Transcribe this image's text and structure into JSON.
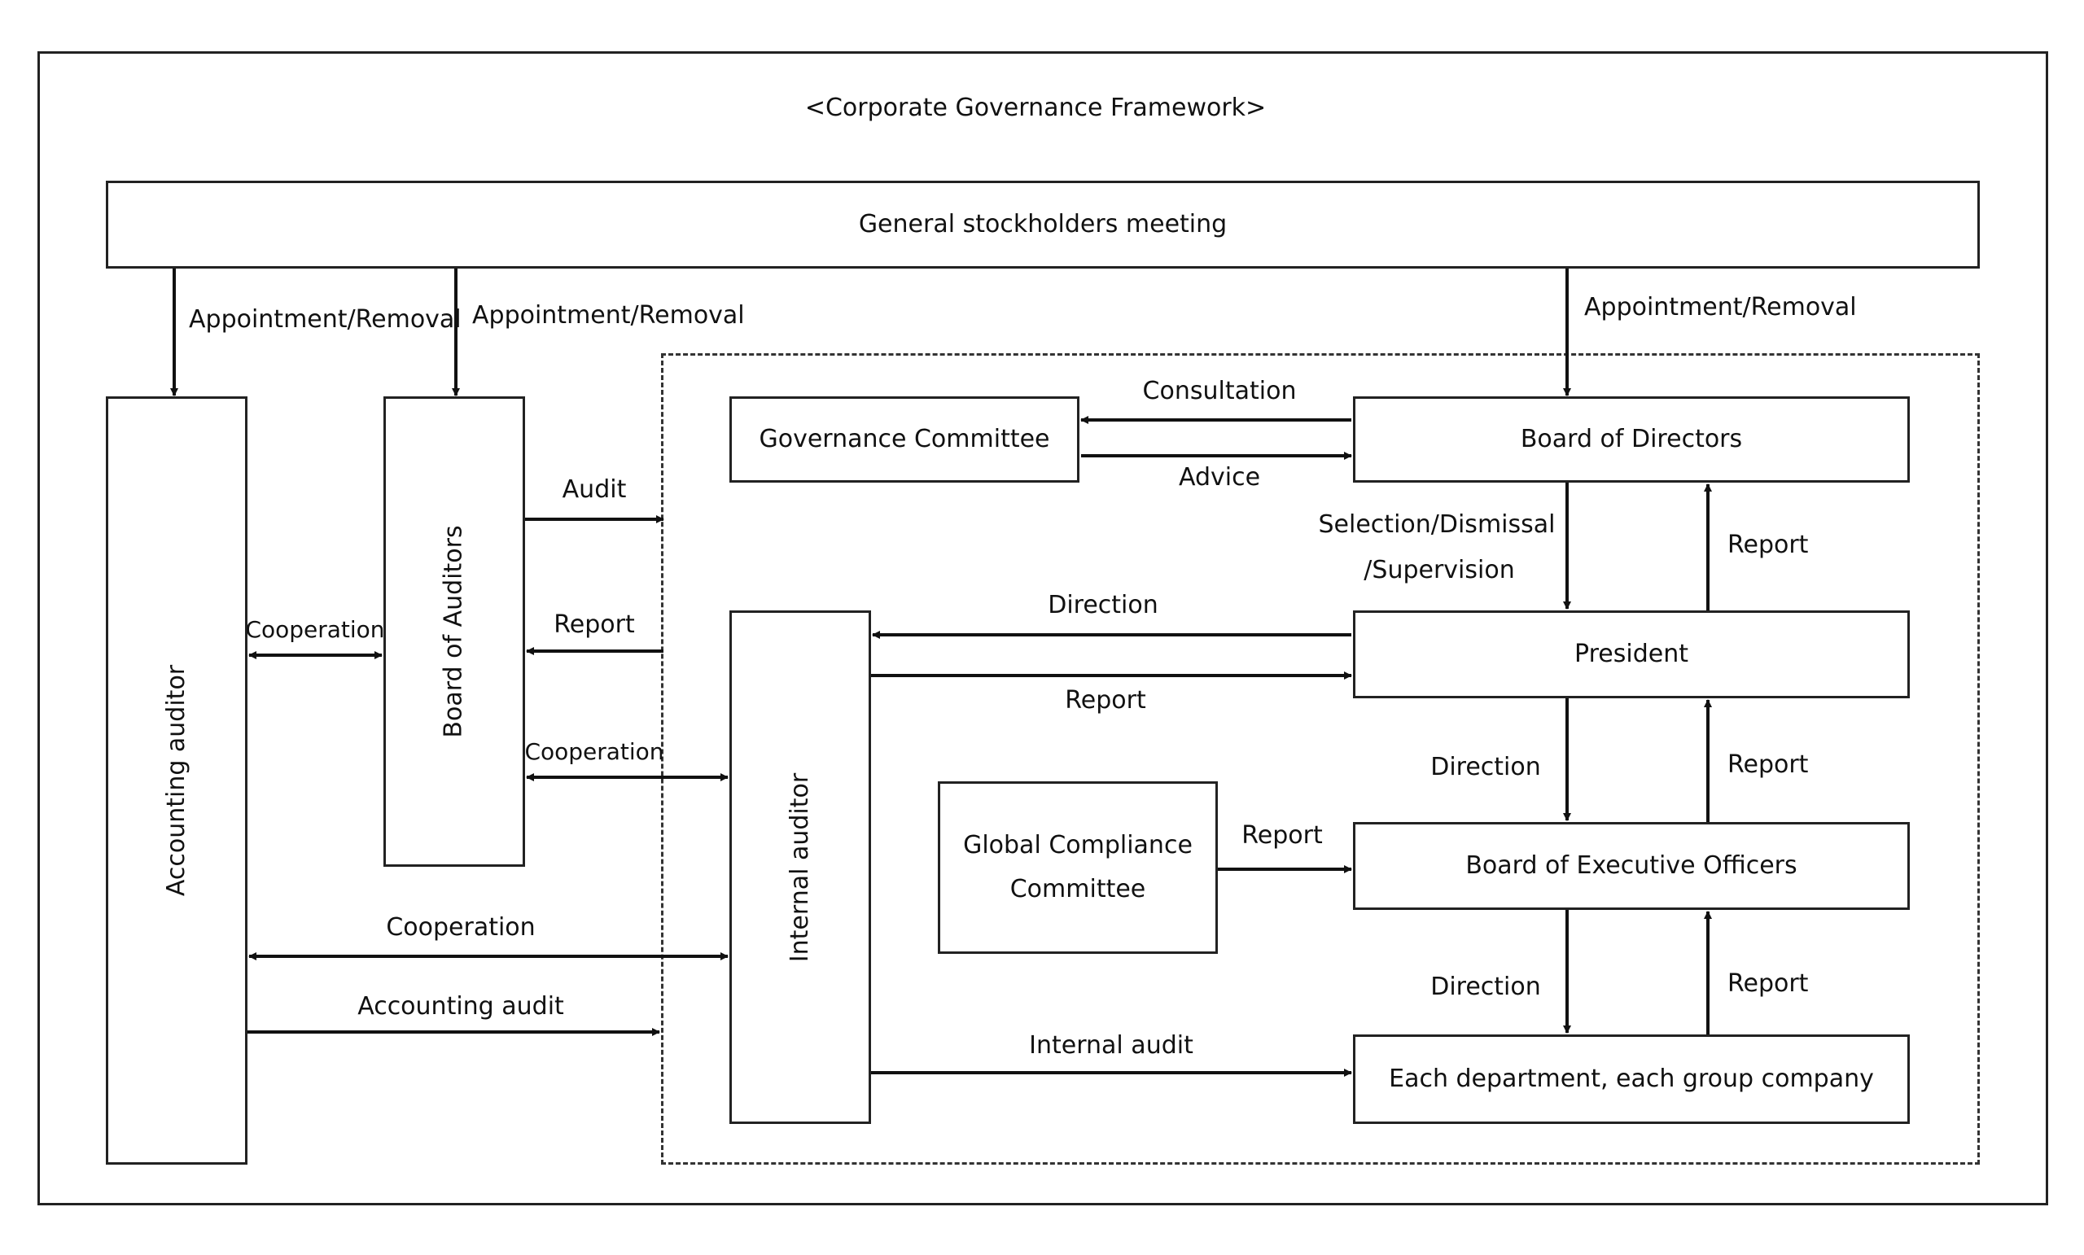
{
  "title": "<Corporate Governance Framework>",
  "boxes": {
    "stockholders": "General stockholders meeting",
    "accounting_auditor": "Accounting auditor",
    "board_of_auditors": "Board of Auditors",
    "governance_committee": "Governance Committee",
    "board_of_directors": "Board of Directors",
    "internal_auditor": "Internal auditor",
    "president": "President",
    "global_compliance_line1": "Global Compliance",
    "global_compliance_line2": "Committee",
    "board_of_executive_officers": "Board of Executive Officers",
    "each_department": "Each department, each group company"
  },
  "edge_labels": {
    "appointment_removal_accounting": "Appointment/Removal",
    "appointment_removal_auditors": "Appointment/Removal",
    "appointment_removal_directors": "Appointment/Removal",
    "consultation": "Consultation",
    "advice": "Advice",
    "audit": "Audit",
    "report_to_auditors": "Report",
    "cooperation_accounting_auditors": "Cooperation",
    "cooperation_auditors_internal": "Cooperation",
    "cooperation_accounting_internal": "Cooperation",
    "accounting_audit": "Accounting audit",
    "selection_line1": "Selection/Dismissal",
    "selection_line2": "/Supervision",
    "report_president_to_board": "Report",
    "direction_president_to_internal": "Direction",
    "report_internal_to_president": "Report",
    "direction_president_to_executive": "Direction",
    "report_executive_to_president": "Report",
    "report_compliance_to_executive": "Report",
    "direction_executive_to_department": "Direction",
    "report_department_to_executive": "Report",
    "internal_audit": "Internal audit"
  }
}
